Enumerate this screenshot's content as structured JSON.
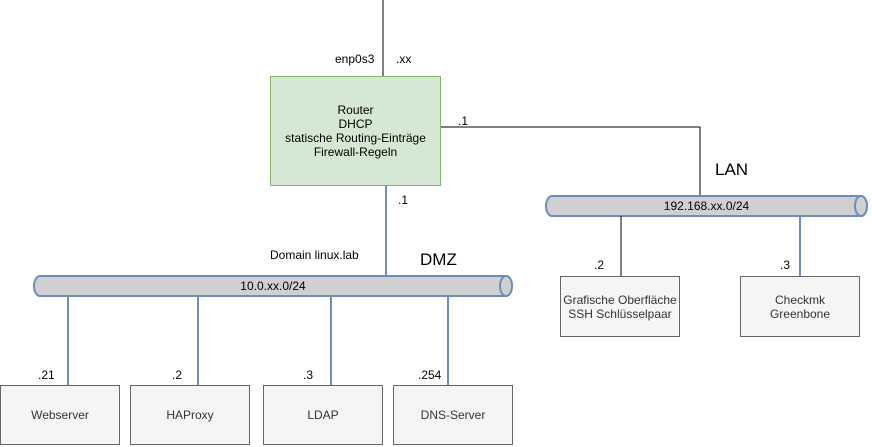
{
  "uplink": {
    "interface": "enp0s3",
    "address": ".xx"
  },
  "router": {
    "lines": [
      "Router",
      "DHCP",
      "statische Routing-Einträge",
      "Firewall-Regeln"
    ],
    "lan_side_address": ".1",
    "dmz_side_address": ".1"
  },
  "dmz": {
    "title": "DMZ",
    "domain_label": "Domain linux.lab",
    "subnet": "10.0.xx.0/24",
    "hosts": [
      {
        "address": ".21",
        "name": "Webserver"
      },
      {
        "address": ".2",
        "name": "HAProxy"
      },
      {
        "address": ".3",
        "name": "LDAP"
      },
      {
        "address": ".254",
        "name": "DNS-Server"
      }
    ]
  },
  "lan": {
    "title": "LAN",
    "subnet": "192.168.xx.0/24",
    "hosts": [
      {
        "address": ".2",
        "lines": [
          "Grafische Oberfläche",
          "SSH Schlüsselpaar"
        ]
      },
      {
        "address": ".3",
        "lines": [
          "Checkmk",
          "Greenbone"
        ]
      }
    ]
  },
  "colors": {
    "router_fill": "#d5e8d4",
    "router_stroke": "#82b366",
    "host_fill": "#f5f5f5",
    "host_stroke": "#666666",
    "bus_fill": "#d0d0d0",
    "bus_stroke": "#6c8ebf",
    "link_black": "#000000",
    "link_blue": "#6c8ebf"
  }
}
